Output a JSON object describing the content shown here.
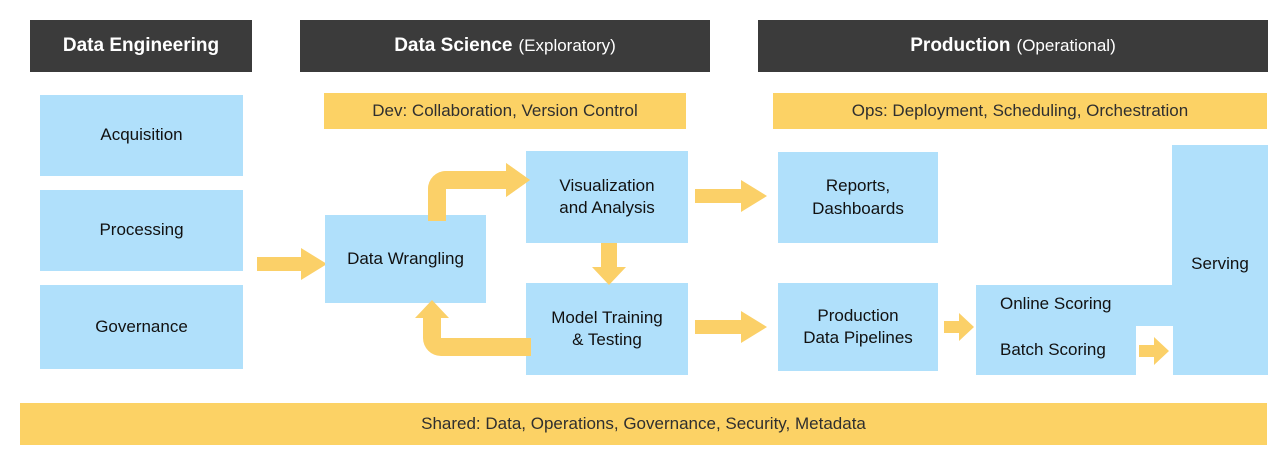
{
  "diagram": {
    "title_implied": "Data Engineering / Data Science / Production pipeline",
    "colors": {
      "header_dark": "#3b3b3b",
      "banner_yellow": "#fcd265",
      "box_blue": "#b0e0fb",
      "arrow_yellow": "#fbd068",
      "text_dark": "#111111",
      "background": "#ffffff"
    },
    "phases": [
      {
        "main": "Data Engineering",
        "sub": ""
      },
      {
        "main": "Data Science",
        "sub": "(Exploratory)"
      },
      {
        "main": "Production",
        "sub": "(Operational)"
      }
    ],
    "banners": {
      "dev": "Dev: Collaboration, Version Control",
      "ops": "Ops: Deployment, Scheduling, Orchestration",
      "shared": "Shared: Data, Operations, Governance, Security, Metadata"
    },
    "data_engineering_boxes": [
      {
        "label": "Acquisition"
      },
      {
        "label": "Processing"
      },
      {
        "label": "Governance"
      }
    ],
    "data_science_boxes": [
      {
        "label": "Data Wrangling"
      },
      {
        "line1": "Visualization",
        "line2": "and Analysis"
      },
      {
        "line1": "Model Training",
        "line2": "& Testing"
      }
    ],
    "production_boxes": [
      {
        "line1": "Reports,",
        "line2": "Dashboards"
      },
      {
        "line1": "Production",
        "line2": "Data Pipelines"
      },
      {
        "label": "Online Scoring"
      },
      {
        "label": "Batch Scoring"
      },
      {
        "label": "Serving"
      }
    ],
    "arrows": [
      {
        "name": "processing-to-data-wrangling",
        "direction": "right"
      },
      {
        "name": "data-wrangling-to-visualization",
        "direction": "elbow-up-right"
      },
      {
        "name": "visualization-to-model-training",
        "direction": "down"
      },
      {
        "name": "model-training-to-data-wrangling",
        "direction": "elbow-left-up"
      },
      {
        "name": "visualization-to-reports",
        "direction": "right"
      },
      {
        "name": "model-training-to-production-data-pipelines",
        "direction": "right"
      },
      {
        "name": "production-data-pipelines-to-scoring",
        "direction": "right"
      },
      {
        "name": "batch-scoring-to-serving",
        "direction": "right"
      }
    ]
  }
}
